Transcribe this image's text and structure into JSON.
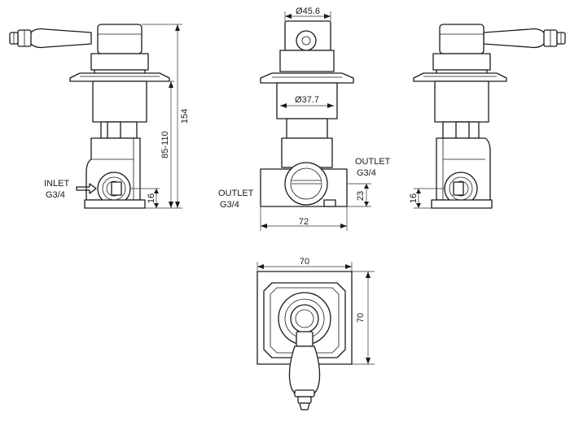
{
  "labels": {
    "inlet": "INLET",
    "inlet_size": "G3/4",
    "outlet_right": "OUTLET",
    "outlet_right_size": "G3/4",
    "outlet_left": "OUTLET",
    "outlet_left_size": "G3/4"
  },
  "dimensions": {
    "total_height": "154",
    "depth_range": "85-110",
    "inlet_height_left": "16",
    "inlet_height_right": "16",
    "bonnet_diameter": "Ø45.6",
    "body_diameter": "Ø37.7",
    "outlet_height": "23",
    "body_width_front": "72",
    "plate_width": "70",
    "plate_height": "70"
  }
}
